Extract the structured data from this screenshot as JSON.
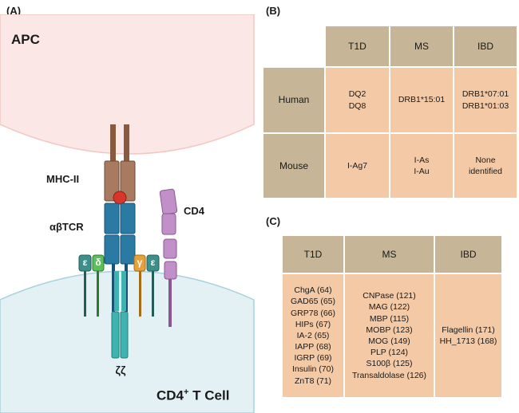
{
  "panel_a": {
    "label": "(A)",
    "apc_label": "APC",
    "mhc_label": "MHC-II",
    "tcr_label": "αβTCR",
    "cd4_label": "CD4",
    "cd3_chains": [
      "ε",
      "δ",
      "γ",
      "ε"
    ],
    "zeta_label": "ζζ",
    "tcell_label_main": "CD4",
    "tcell_label_sup": "+",
    "tcell_label_rest": " T Cell",
    "colors": {
      "apc_fill": "#fbe7e6",
      "tcell_fill": "#e3f1f4",
      "mhc": "#a87a5f",
      "tcr": "#2a7aa3",
      "cd4": "#c190c9",
      "epsilon": "#3d8f8a",
      "delta": "#5bbf5a",
      "gamma": "#e6a23a",
      "zeta": "#3fb3b0",
      "peptide": "#d9362b"
    }
  },
  "panel_b": {
    "label": "(B)",
    "columns": [
      "T1D",
      "MS",
      "IBD"
    ],
    "rows": [
      {
        "label": "Human",
        "cells": [
          "DQ2\nDQ8",
          "DRB1*15:01",
          "DRB1*07:01\nDRB1*01:03"
        ]
      },
      {
        "label": "Mouse",
        "cells": [
          "I-Ag7",
          "I-As\nI-Au",
          "None\nidentified"
        ]
      }
    ]
  },
  "panel_c": {
    "label": "(C)",
    "columns": [
      "T1D",
      "MS",
      "IBD"
    ],
    "t1d": [
      "ChgA (64)",
      "GAD65 (65)",
      "GRP78 (66)",
      "HIPs (67)",
      "IA-2 (65)",
      "IAPP (68)",
      "IGRP (69)",
      "Insulin (70)",
      "ZnT8 (71)"
    ],
    "ms": [
      "CNPase (121)",
      "MAG (122)",
      "MBP (115)",
      "MOBP (123)",
      "MOG (149)",
      "PLP (124)",
      "S100β (125)",
      "Transaldolase (126)"
    ],
    "ibd": [
      "Flagellin (171)",
      "HH_1713 (168)"
    ]
  }
}
